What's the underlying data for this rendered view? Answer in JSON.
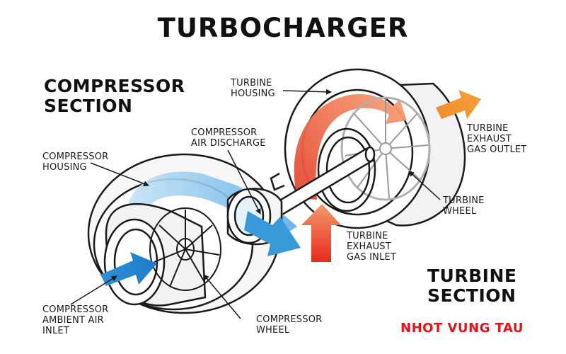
{
  "title": "TURBOCHARGER",
  "sections": {
    "compressor": [
      "COMPRESSOR",
      "SECTION"
    ],
    "turbine": [
      "TURBINE",
      "SECTION"
    ]
  },
  "labels": {
    "turbine_housing": [
      "TURBINE",
      "HOUSING"
    ],
    "compressor_air_discharge": [
      "COMPRESSOR",
      "AIR DISCHARGE"
    ],
    "compressor_housing": [
      "COMPRESSOR",
      "HOUSING"
    ],
    "turbine_exhaust_gas_outlet": [
      "TURBINE",
      "EXHAUST",
      "GAS OUTLET"
    ],
    "turbine_wheel": [
      "TURBINE",
      "WHEEL"
    ],
    "turbine_exhaust_gas_inlet": [
      "TURBINE",
      "EXHAUST",
      "GAS INLET"
    ],
    "compressor_ambient_air_inlet": [
      "COMPRESSOR",
      "AMBIENT AIR",
      "INLET"
    ],
    "compressor_wheel": [
      "COMPRESSOR",
      "WHEEL"
    ]
  },
  "brand": "NHOT VUNG TAU",
  "colors": {
    "air_flow": "#3a9ad9",
    "air_flow_light": "#a9d3ef",
    "exhaust_hot": "#e83a24",
    "exhaust_warm": "#f08a2c",
    "line": "#1a1a1a",
    "brand": "#e0151b"
  }
}
